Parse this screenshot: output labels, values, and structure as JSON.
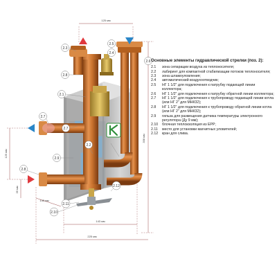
{
  "legend": {
    "title": "Основные элементы гидравлической стрелки (поз. 2):",
    "items": [
      {
        "num": "2.1",
        "text": "зона сепарации воздуха из теплоносителя;"
      },
      {
        "num": "2.2",
        "text": "лабиринт для компактной стабилизации потоков теплоносителя;"
      },
      {
        "num": "2.3",
        "text": "зона шламоуловления;"
      },
      {
        "num": "2.4",
        "text": "автоматический воздухоотводчик;"
      },
      {
        "num": "2.5",
        "text": "НГ 1 1/2\" для подключения к патрубку подающей линии коллектора;"
      },
      {
        "num": "2.6",
        "text": "НГ 1 1/2\" для подключения к патрубку обратной линии коллектора;"
      },
      {
        "num": "2.7",
        "text": "НГ 1 1/2\" для подключения к трубопроводу подающей линии котла (или НГ 2\" для МНК32);"
      },
      {
        "num": "2.8",
        "text": "НГ 1 1/2\" для подключения к трубопроводу обратной линии котла (или НГ 2\" для МНК32);"
      },
      {
        "num": "2.9",
        "text": "гильза для размещения датчика температуры электронного регулятора (Ду 9 мм);"
      },
      {
        "num": "2.10",
        "text": "блочная теплоизоляция из EPP;"
      },
      {
        "num": "2.11",
        "text": "место для установки магнитных уловителей;"
      },
      {
        "num": "2.12",
        "text": "кран для слива."
      }
    ]
  },
  "dimensions": {
    "top_width": "125 мм",
    "total_height": "358 мм",
    "side_height": "125 мм",
    "side_offset": "35 мм",
    "depth": "145 мм",
    "base_width": "143 мм",
    "overall_width": "225 мм"
  },
  "callouts": {
    "c2_3": "2.3",
    "c2_5": "2.5",
    "c2_6": "2.6",
    "c2_8a": "2.8",
    "c2_4": "2.4",
    "c2_1": "2.1",
    "c2_7a": "2.7",
    "c2_7b": "2.7",
    "c2_9": "2.9",
    "c2_2": "2.2",
    "c2_12": "2.12",
    "c2_8b": "2.8",
    "c2_11": "2.11",
    "c2_10": "2.10"
  },
  "colors": {
    "copper": "#c8722e",
    "copper_dark": "#8e4715",
    "insulation": "#c9c9c9",
    "flow_hot": "#e0393e",
    "flow_cold": "#2a86c8",
    "brand": "#2f8f3a",
    "dimension": "#9a4b4b"
  },
  "icons": {
    "logo": "kvarta-logo-icon",
    "hot_arrow": "arrow-up-red-icon",
    "cold_arrow": "arrow-down-blue-icon"
  }
}
